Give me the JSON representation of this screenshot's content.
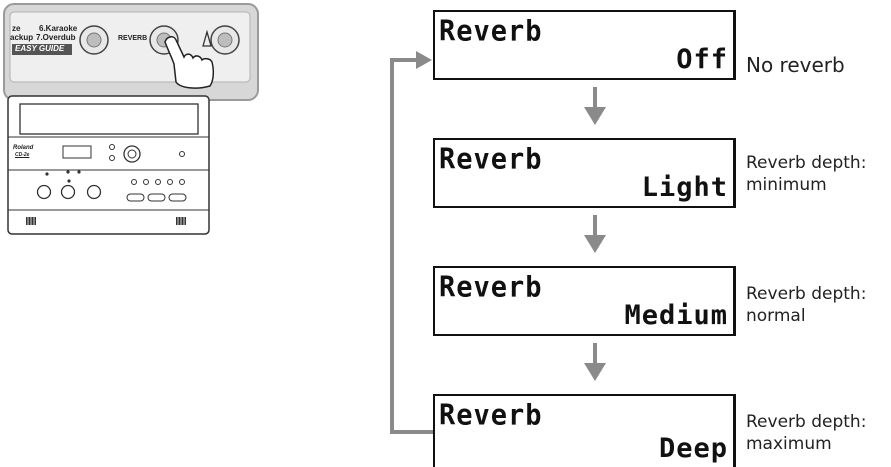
{
  "panel": {
    "label_size": "ze",
    "label_backup": "ackup",
    "label_karaoke": "6.Karaoke",
    "label_overdub": "7.Overdub",
    "easy_guide": "EASY GUIDE",
    "reverb_button_label": "REVERB",
    "brand": "Roland",
    "model": "CD-2e"
  },
  "screens": [
    {
      "line1": "Reverb",
      "line2": "Off",
      "description": "No reverb"
    },
    {
      "line1": "Reverb",
      "line2": "Light",
      "description": "Reverb depth:\nminimum"
    },
    {
      "line1": "Reverb",
      "line2": "Medium",
      "description": "Reverb depth:\nnormal"
    },
    {
      "line1": "Reverb",
      "line2": "Deep",
      "description": "Reverb depth:\nmaximum"
    }
  ],
  "colors": {
    "arrow": "#8a8a8a",
    "panel_bg": "#e6e6e6",
    "panel_border": "#9a9a9a",
    "text": "#111111"
  }
}
